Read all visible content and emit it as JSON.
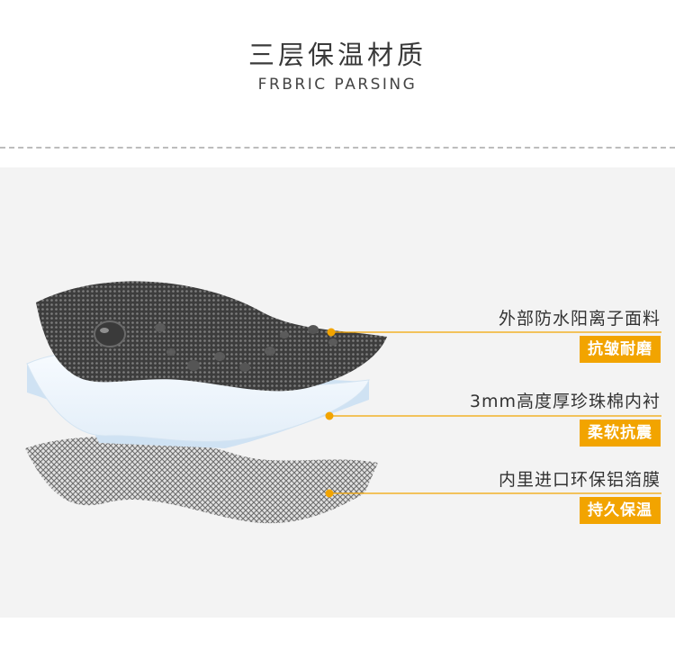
{
  "header": {
    "title": "三层保温材质",
    "subtitle": "FRBRIC PARSING"
  },
  "layers": [
    {
      "name": "外部防水阳离子面料",
      "feature": "抗皱耐磨"
    },
    {
      "name": "3mm高度厚珍珠棉内衬",
      "feature": "柔软抗震"
    },
    {
      "name": "内里进口环保铝箔膜",
      "feature": "持久保温"
    }
  ],
  "colors": {
    "accent": "#f2a400",
    "panel": "#f3f3f3",
    "top_layer": "#4a4a4a",
    "middle_layer": "#e9f3fb",
    "bottom_layer": "#9a9a9a"
  }
}
